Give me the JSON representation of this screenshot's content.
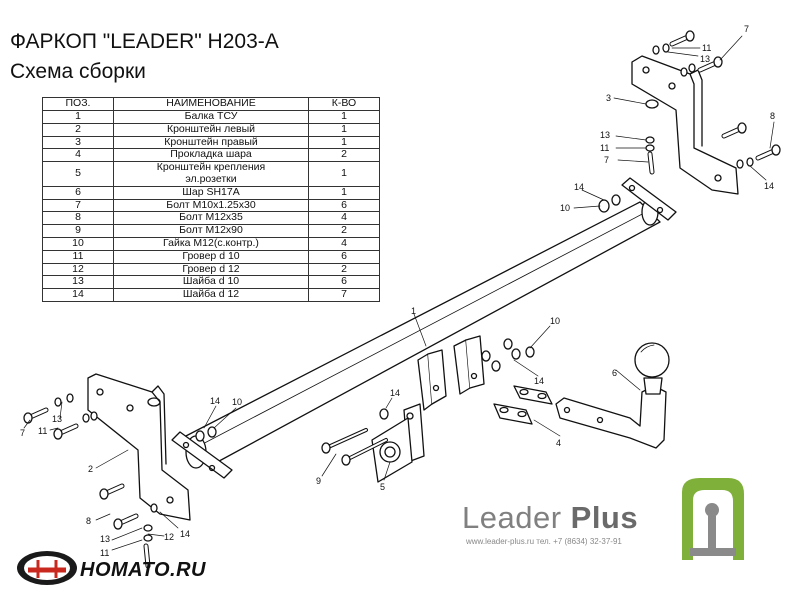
{
  "header": {
    "title": "ФАРКОП \"LEADER\" H203-A",
    "subtitle": "Схема сборки"
  },
  "table": {
    "headers": [
      "ПОЗ.",
      "НАИМЕНОВАНИЕ",
      "К-ВО"
    ],
    "rows": [
      [
        "1",
        "Балка ТСУ",
        "1"
      ],
      [
        "2",
        "Кронштейн левый",
        "1"
      ],
      [
        "3",
        "Кронштейн правый",
        "1"
      ],
      [
        "4",
        "Прокладка шара",
        "2"
      ],
      [
        "5",
        "Кронштейн крепления\nэл.розетки",
        "1"
      ],
      [
        "6",
        "Шар SH17A",
        "1"
      ],
      [
        "7",
        "Болт М10х1.25х30",
        "6"
      ],
      [
        "8",
        "Болт М12х35",
        "4"
      ],
      [
        "9",
        "Болт М12х90",
        "2"
      ],
      [
        "10",
        "Гайка М12(с.контр.)",
        "4"
      ],
      [
        "11",
        "Гровер d 10",
        "6"
      ],
      [
        "12",
        "Гровер d 12",
        "2"
      ],
      [
        "13",
        "Шайба d 10",
        "6"
      ],
      [
        "14",
        "Шайба d 12",
        "7"
      ]
    ]
  },
  "callouts": {
    "c1": "1",
    "c2": "2",
    "c3": "3",
    "c4": "4",
    "c5": "5",
    "c6": "6",
    "c7a": "7",
    "c7b": "7",
    "c7c": "7",
    "c8a": "8",
    "c8b": "8",
    "c9": "9",
    "c10a": "10",
    "c10b": "10",
    "c10c": "10",
    "c11a": "11",
    "c11b": "11",
    "c11c": "11",
    "c11d": "11",
    "c12": "12",
    "c13a": "13",
    "c13b": "13",
    "c13c": "13",
    "c13d": "13",
    "c14a": "14",
    "c14b": "14",
    "c14c": "14",
    "c14d": "14",
    "c14e": "14",
    "c14f": "14"
  },
  "brand": {
    "name_regular": "Leader ",
    "name_bold": "Plus",
    "contacts": "www.leader-plus.ru   тел. +7 (8634) 32-37-91",
    "color": "#7fb03a"
  },
  "watermark": {
    "text": "HOMATO.RU"
  }
}
